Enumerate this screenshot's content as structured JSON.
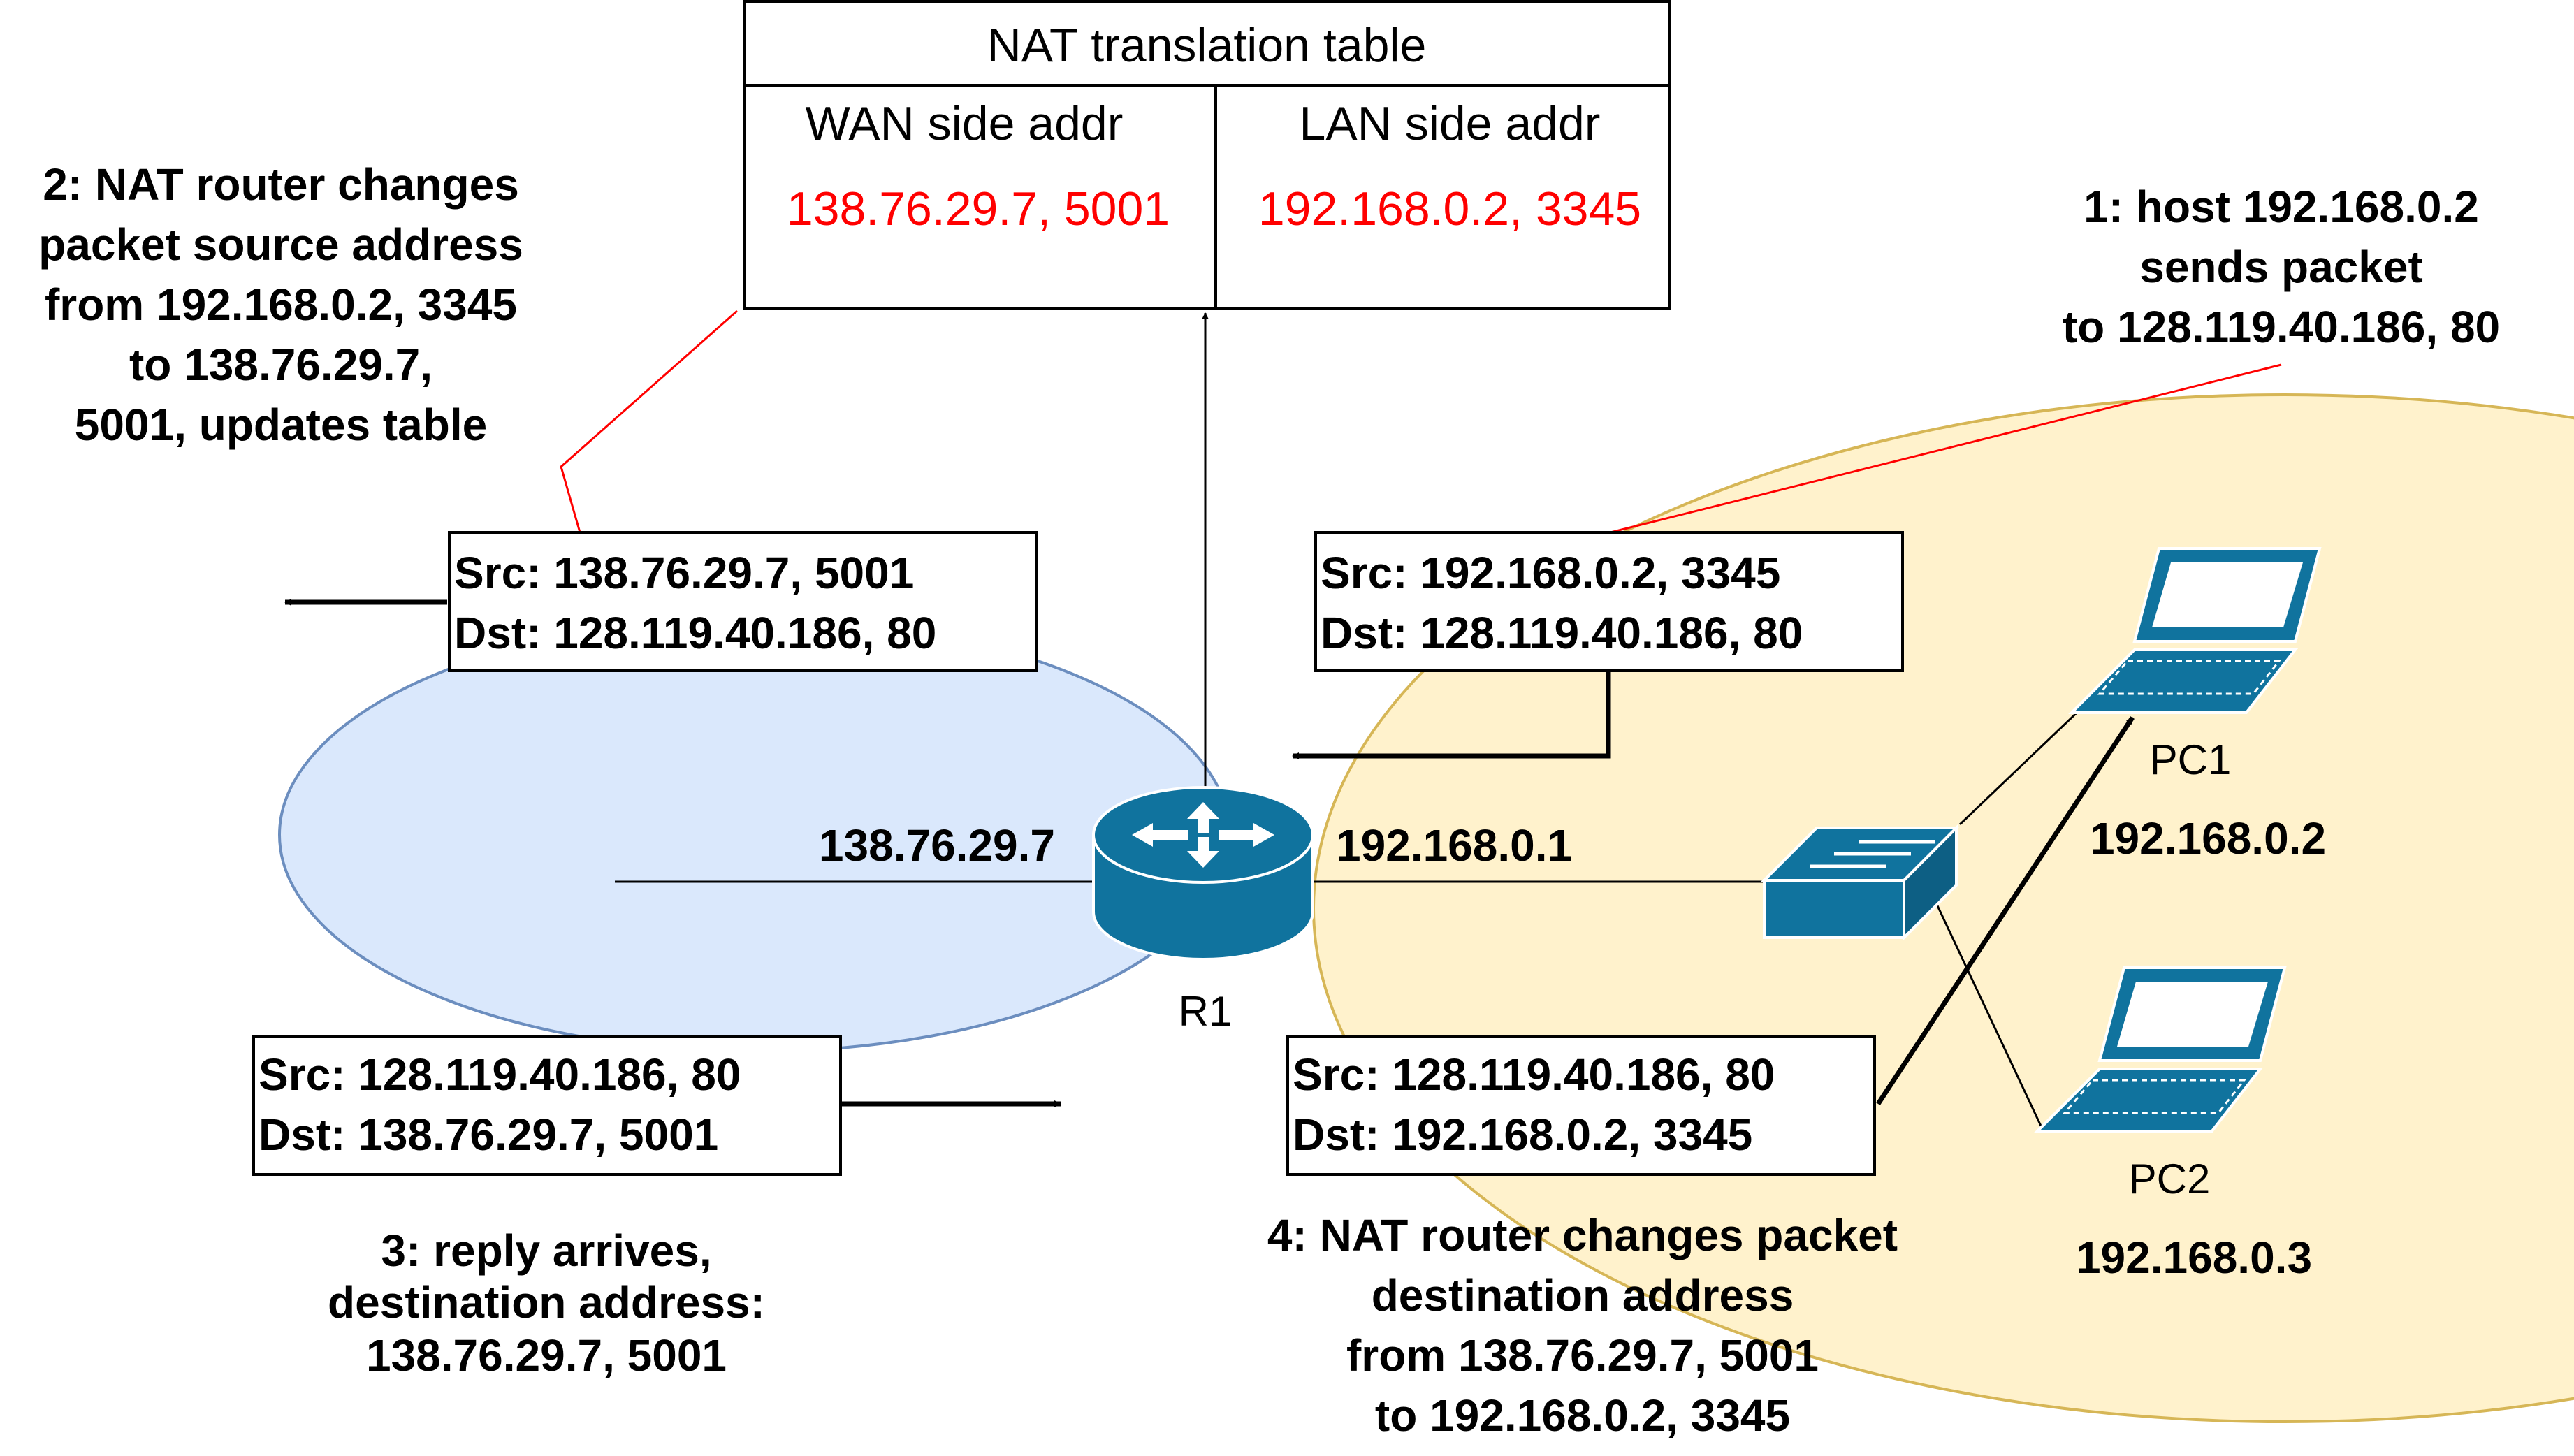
{
  "colors": {
    "highlight_text": "#ff0000",
    "wan_cloud_fill": "#dae8fc",
    "wan_cloud_stroke": "#6c8ebf",
    "lan_cloud_fill": "#fff2cc",
    "lan_cloud_stroke": "#d6b656",
    "device_blue": "#10739e",
    "callout_line": "#ff0000"
  },
  "nat_table": {
    "title": "NAT translation table",
    "wan_header": "WAN side addr",
    "lan_header": "LAN side addr",
    "wan_value": "138.76.29.7, 5001",
    "lan_value": "192.168.0.2, 3345"
  },
  "steps": {
    "step1": [
      "1: host 192.168.0.2",
      "sends packet",
      "to 128.119.40.186, 80"
    ],
    "step2": [
      "2: NAT router changes",
      "packet source address",
      "from 192.168.0.2, 3345",
      "to 138.76.29.7,",
      "5001, updates table"
    ],
    "step3": [
      "3: reply arrives,",
      "destination address:",
      "138.76.29.7, 5001"
    ],
    "step4": [
      "4: NAT router changes packet",
      "destination address",
      "from 138.76.29.7, 5001",
      "to 192.168.0.2, 3345"
    ]
  },
  "packets": {
    "outbound_lan": {
      "src": "Src: 192.168.0.2, 3345",
      "dst": "Dst: 128.119.40.186, 80"
    },
    "outbound_wan": {
      "src": "Src: 138.76.29.7, 5001",
      "dst": "Dst: 128.119.40.186, 80"
    },
    "inbound_wan": {
      "src": "Src: 128.119.40.186, 80",
      "dst": "Dst: 138.76.29.7, 5001"
    },
    "inbound_lan": {
      "src": "Src: 128.119.40.186, 80",
      "dst": "Dst: 192.168.0.2, 3345"
    }
  },
  "router": {
    "name": "R1",
    "wan_ip": "138.76.29.7",
    "lan_ip": "192.168.0.1",
    "icon": "router-icon"
  },
  "switch": {
    "icon": "switch-icon"
  },
  "hosts": [
    {
      "name": "PC1",
      "ip": "192.168.0.2",
      "icon": "laptop-icon"
    },
    {
      "name": "PC2",
      "ip": "192.168.0.3",
      "icon": "laptop-icon"
    }
  ]
}
